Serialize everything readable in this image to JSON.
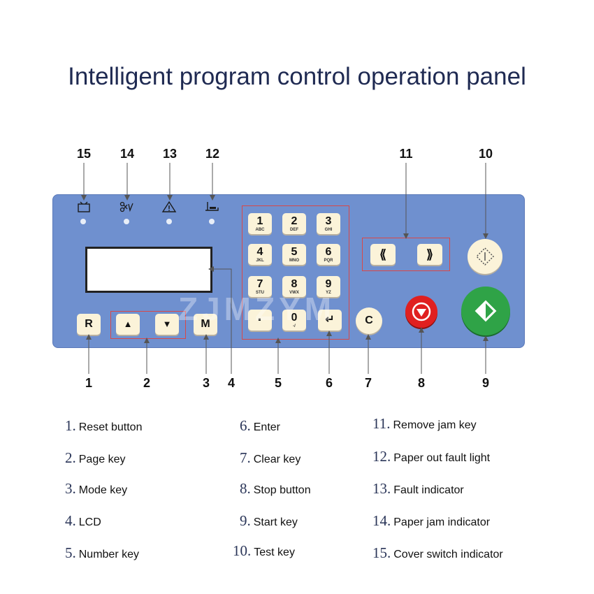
{
  "title": "Intelligent program control operation panel",
  "watermark": "ZJMZYM",
  "callouts": [
    "15",
    "14",
    "13",
    "12",
    "11",
    "10",
    "1",
    "2",
    "3",
    "4",
    "5",
    "6",
    "7",
    "8",
    "9"
  ],
  "keys": {
    "reset": "R",
    "page_up": "▲",
    "page_down": "▼",
    "mode": "M",
    "clear": "C",
    "enter": "↵",
    "dot": "·",
    "rewind": "⟪",
    "forward": "⟫",
    "numbers": [
      {
        "n": "1",
        "l": "ABC"
      },
      {
        "n": "2",
        "l": "DEF"
      },
      {
        "n": "3",
        "l": "GHI"
      },
      {
        "n": "4",
        "l": "JKL"
      },
      {
        "n": "5",
        "l": "MNO"
      },
      {
        "n": "6",
        "l": "PQR"
      },
      {
        "n": "7",
        "l": "STU"
      },
      {
        "n": "8",
        "l": "VWX"
      },
      {
        "n": "9",
        "l": "YZ"
      },
      {
        "n": "0",
        "l": "-/"
      }
    ]
  },
  "legend": [
    {
      "n": "1.",
      "t": "Reset button"
    },
    {
      "n": "2.",
      "t": "Page key"
    },
    {
      "n": "3.",
      "t": "Mode key"
    },
    {
      "n": "4.",
      "t": "LCD"
    },
    {
      "n": "5.",
      "t": "Number key"
    },
    {
      "n": "6.",
      "t": "Enter"
    },
    {
      "n": "7.",
      "t": "Clear key"
    },
    {
      "n": "8.",
      "t": "Stop button"
    },
    {
      "n": "9.",
      "t": "Start key"
    },
    {
      "n": "10.",
      "t": "Test key"
    },
    {
      "n": "11.",
      "t": "Remove jam key"
    },
    {
      "n": "12.",
      "t": "Paper out fault light"
    },
    {
      "n": "13.",
      "t": "Fault indicator"
    },
    {
      "n": "14.",
      "t": "Paper jam indicator"
    },
    {
      "n": "15.",
      "t": "Cover switch indicator"
    }
  ],
  "colors": {
    "panel": "#6f90cf",
    "key": "#fbf3d9",
    "stop": "#e02020",
    "start": "#2fa347",
    "callout_box": "#d94848"
  }
}
